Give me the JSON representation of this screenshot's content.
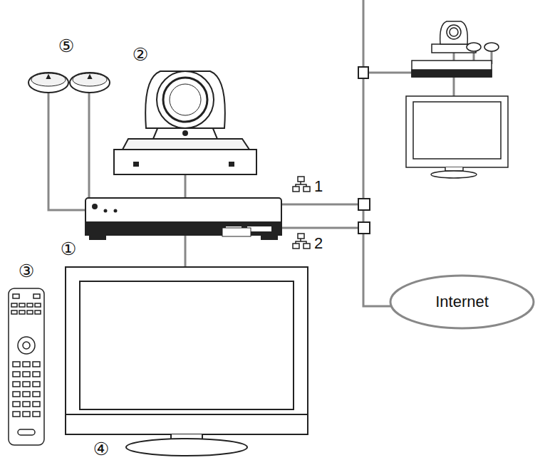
{
  "diagram": {
    "nodes": [
      {
        "text": [
          "Internet"
        ]
      }
    ],
    "labels": [
      "②",
      "⑤",
      "1",
      "①",
      "2",
      "③",
      "④"
    ]
  }
}
